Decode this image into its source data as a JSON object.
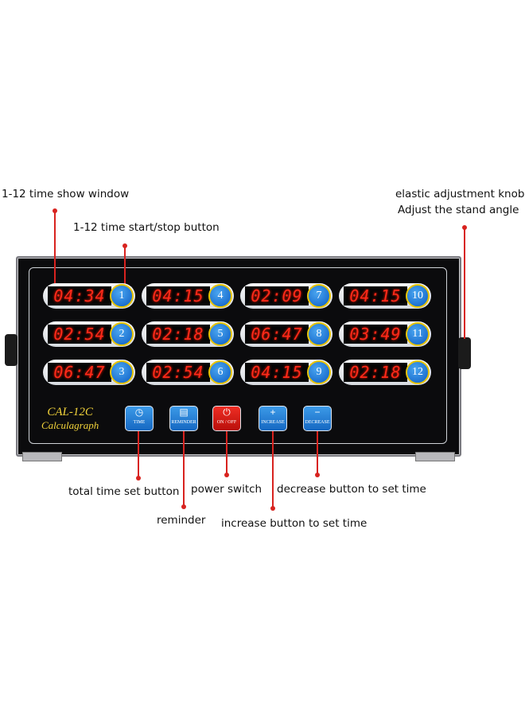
{
  "callouts": {
    "time_show_window": "1-12 time show window",
    "start_stop_button": "1-12 time start/stop button",
    "knob_line1": "elastic adjustment knob",
    "knob_line2": "Adjust the stand angle",
    "total_time": "total time set button",
    "power": "power switch",
    "decrease": "decrease button to set time",
    "reminder": "reminder",
    "increase": "increase button to set time"
  },
  "brand": {
    "model": "CAL-12C",
    "name": "Calculagraph"
  },
  "timers": [
    {
      "num": "1",
      "time": "04:34"
    },
    {
      "num": "2",
      "time": "02:54"
    },
    {
      "num": "3",
      "time": "06:47"
    },
    {
      "num": "4",
      "time": "04:15"
    },
    {
      "num": "5",
      "time": "02:18"
    },
    {
      "num": "6",
      "time": "02:54"
    },
    {
      "num": "7",
      "time": "02:09"
    },
    {
      "num": "8",
      "time": "06:47"
    },
    {
      "num": "9",
      "time": "04:15"
    },
    {
      "num": "10",
      "time": "04:15"
    },
    {
      "num": "11",
      "time": "03:49"
    },
    {
      "num": "12",
      "time": "02:18"
    }
  ],
  "controls": [
    {
      "label": "TIME",
      "glyph": "◷",
      "color": "#1f78d1"
    },
    {
      "label": "REMINDER",
      "glyph": "▤",
      "color": "#1f78d1"
    },
    {
      "label": "ON / OFF",
      "glyph": "⏻",
      "color": "#d8231f"
    },
    {
      "label": "INCREASE",
      "glyph": "+",
      "color": "#1f78d1"
    },
    {
      "label": "DECREASE",
      "glyph": "−",
      "color": "#1f78d1"
    }
  ],
  "colors": {
    "lcd_digits": "#ff2a1a",
    "leader": "#d8231f",
    "brand_text": "#f2d33a"
  }
}
